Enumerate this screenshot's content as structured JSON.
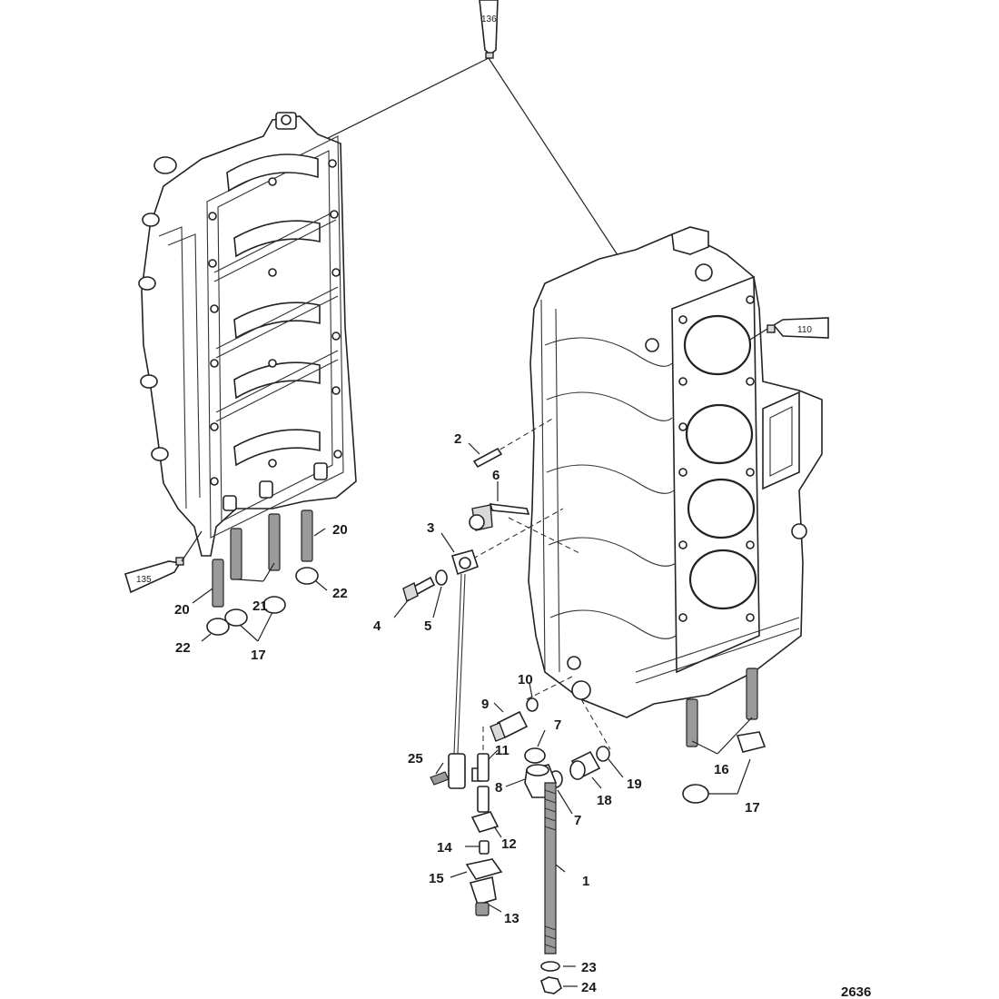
{
  "figure_number": "2636",
  "sealant_tubes": [
    {
      "id": "tube-136",
      "text": "136"
    },
    {
      "id": "tube-110",
      "text": "110"
    },
    {
      "id": "tube-135",
      "text": "135"
    }
  ],
  "callouts": [
    {
      "id": "c1",
      "text": "1"
    },
    {
      "id": "c2",
      "text": "2"
    },
    {
      "id": "c3",
      "text": "3"
    },
    {
      "id": "c4",
      "text": "4"
    },
    {
      "id": "c5",
      "text": "5"
    },
    {
      "id": "c6",
      "text": "6"
    },
    {
      "id": "c7a",
      "text": "7"
    },
    {
      "id": "c7b",
      "text": "7"
    },
    {
      "id": "c8",
      "text": "8"
    },
    {
      "id": "c9",
      "text": "9"
    },
    {
      "id": "c10",
      "text": "10"
    },
    {
      "id": "c11",
      "text": "11"
    },
    {
      "id": "c12",
      "text": "12"
    },
    {
      "id": "c13",
      "text": "13"
    },
    {
      "id": "c14",
      "text": "14"
    },
    {
      "id": "c15",
      "text": "15"
    },
    {
      "id": "c16",
      "text": "16"
    },
    {
      "id": "c17a",
      "text": "17"
    },
    {
      "id": "c17b",
      "text": "17"
    },
    {
      "id": "c18",
      "text": "18"
    },
    {
      "id": "c19",
      "text": "19"
    },
    {
      "id": "c20a",
      "text": "20"
    },
    {
      "id": "c20b",
      "text": "20"
    },
    {
      "id": "c21",
      "text": "21"
    },
    {
      "id": "c22a",
      "text": "22"
    },
    {
      "id": "c22b",
      "text": "22"
    },
    {
      "id": "c23",
      "text": "23"
    },
    {
      "id": "c24",
      "text": "24"
    },
    {
      "id": "c25",
      "text": "25"
    }
  ]
}
